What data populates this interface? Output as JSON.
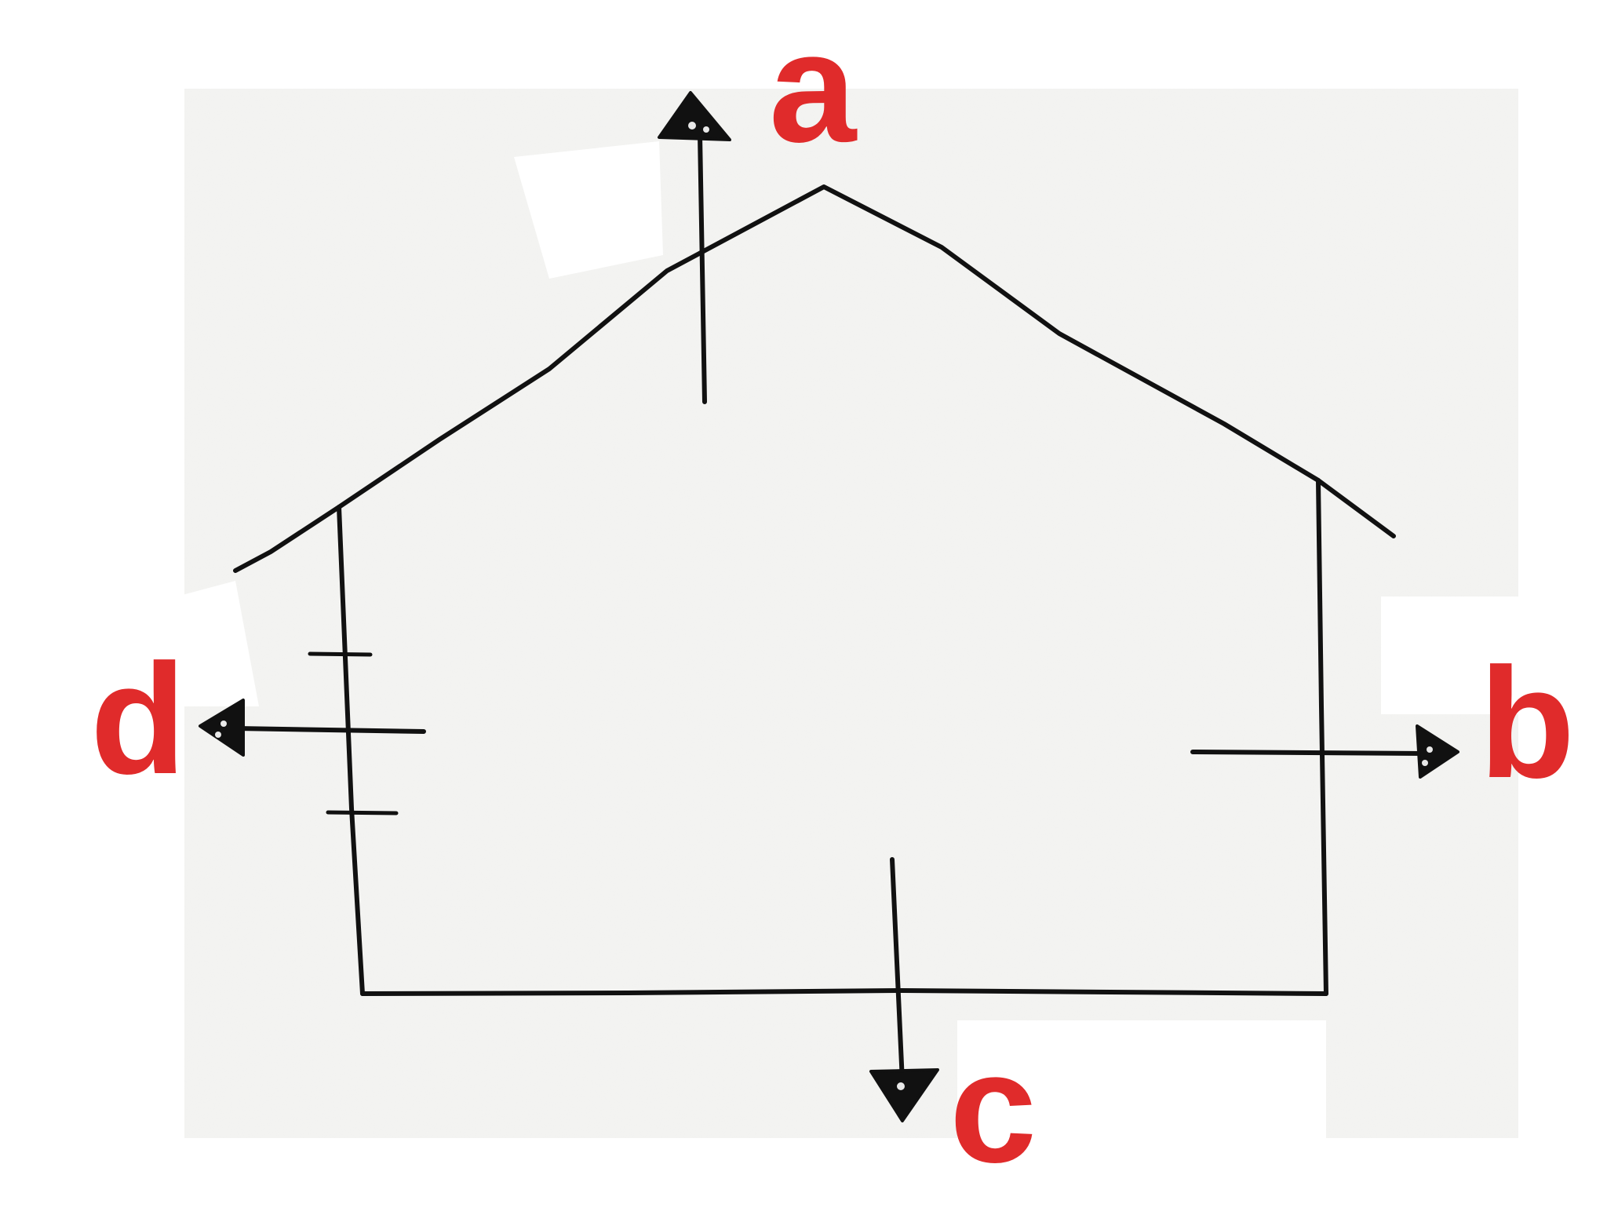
{
  "labels": {
    "a": "a",
    "b": "b",
    "c": "c",
    "d": "d"
  },
  "colors": {
    "label": "#e02b2b",
    "ink": "#111111",
    "paper": "#f4f4f2",
    "background": "#ffffff"
  }
}
